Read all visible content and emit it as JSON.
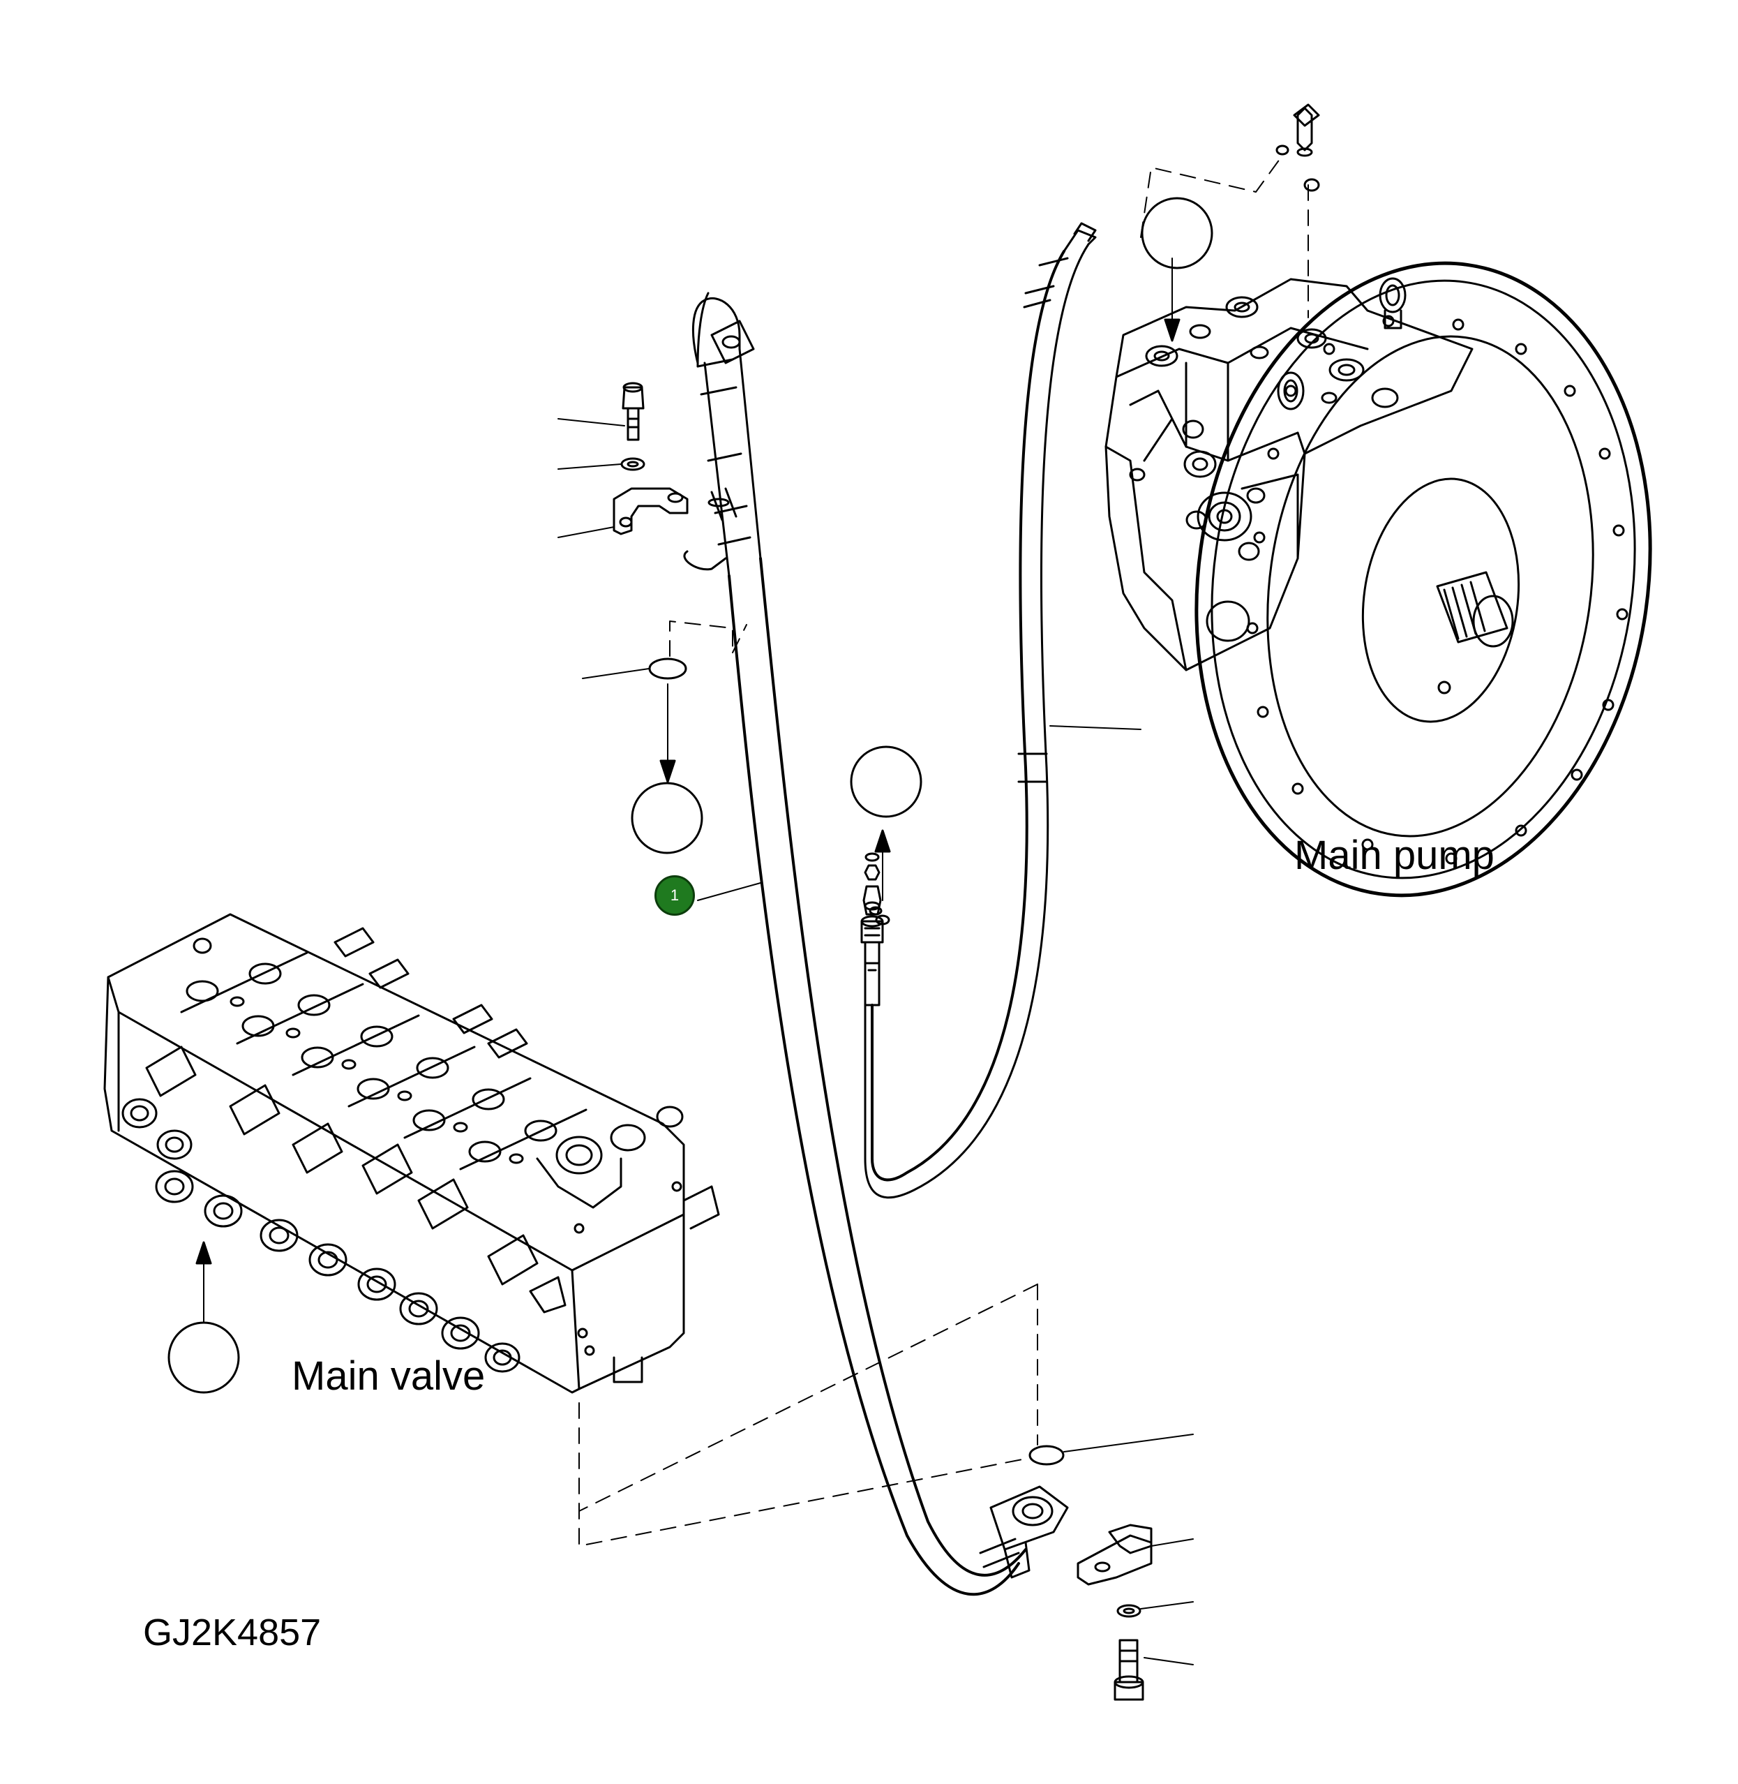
{
  "labels": {
    "main_pump": "Main pump",
    "main_valve": "Main valve",
    "drawing_code": "GJ2K4857"
  },
  "callouts": [
    {
      "number": "1",
      "color": "#1f7a1f"
    }
  ],
  "icons": {
    "callout_marker": "green-circle-icon",
    "reference_bubble": "empty-circle-icon"
  }
}
